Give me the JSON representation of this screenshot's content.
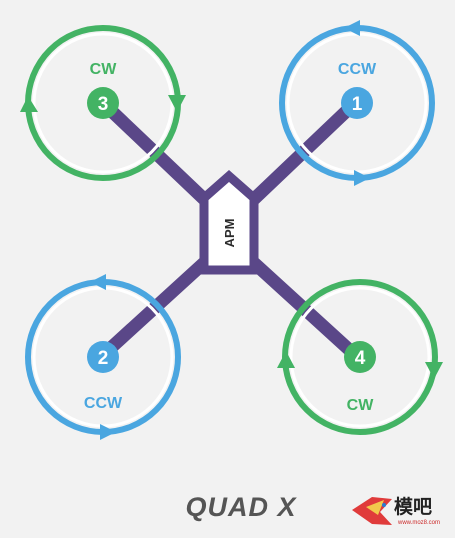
{
  "diagram": {
    "frame_name": "QUAD X",
    "flight_controller": "APM",
    "colors": {
      "background": "#f2f2f2",
      "frame": "#5a4788",
      "cw": "#43b364",
      "ccw": "#4aa6e0",
      "fc_fill": "#ffffff"
    },
    "motors": [
      {
        "number": "1",
        "direction": "CCW",
        "color": "#4aa6e0",
        "position": "front-right"
      },
      {
        "number": "2",
        "direction": "CCW",
        "color": "#4aa6e0",
        "position": "rear-left"
      },
      {
        "number": "3",
        "direction": "CW",
        "color": "#43b364",
        "position": "front-left"
      },
      {
        "number": "4",
        "direction": "CW",
        "color": "#43b364",
        "position": "rear-right"
      }
    ]
  },
  "watermark": {
    "text_cn": "模吧",
    "url": "www.moz8.com"
  }
}
